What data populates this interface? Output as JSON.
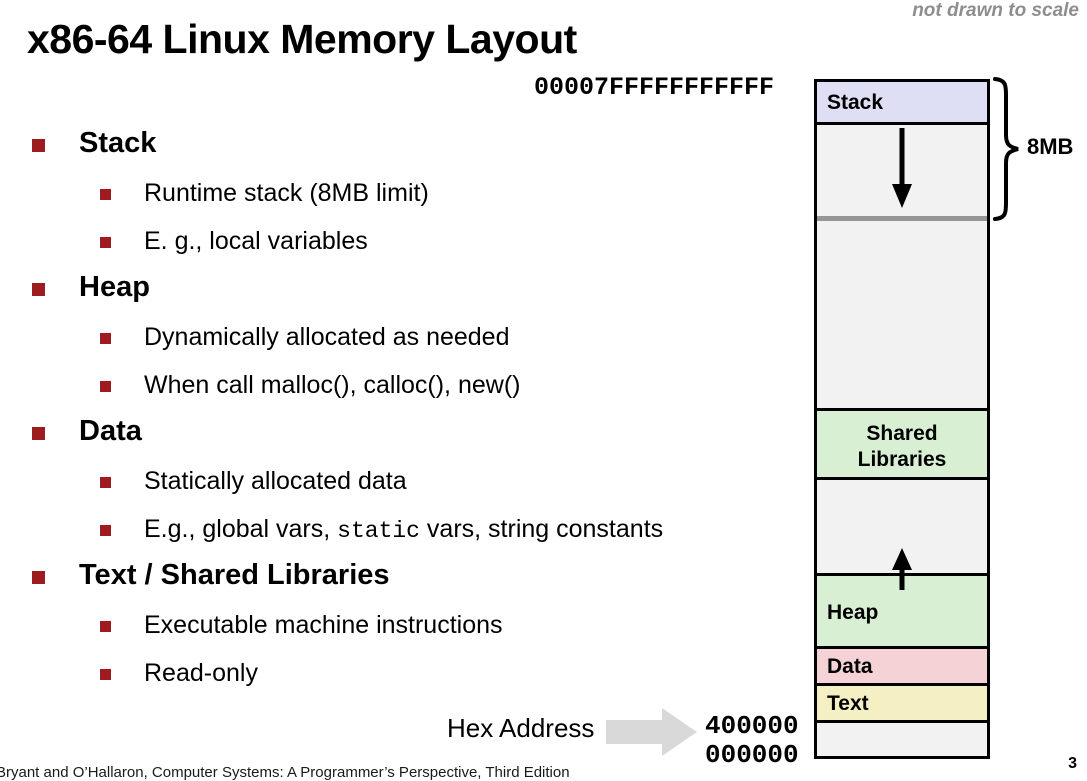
{
  "slide": {
    "title": "x86-64 Linux Memory Layout",
    "note": "not drawn to scale",
    "footer": "Bryant and O’Hallaron, Computer Systems: A Programmer’s Perspective, Third Edition",
    "page_number": "3"
  },
  "bullets": [
    {
      "label": "Stack",
      "children": [
        {
          "text": "Runtime stack (8MB limit)"
        },
        {
          "text": "E. g., local variables"
        }
      ]
    },
    {
      "label": "Heap",
      "children": [
        {
          "text": "Dynamically allocated as needed"
        },
        {
          "text": "When call  malloc(), calloc(), new()"
        }
      ]
    },
    {
      "label": "Data",
      "children": [
        {
          "text": "Statically allocated data"
        },
        {
          "text_pre": "E.g., global vars, ",
          "text_mono": "static",
          "text_post": " vars, string constants"
        }
      ]
    },
    {
      "label": "Text  / Shared Libraries",
      "children": [
        {
          "text": "Executable machine instructions"
        },
        {
          "text": "Read-only"
        }
      ]
    }
  ],
  "diagram": {
    "top_address": "00007FFFFFFFFFFF",
    "bottom_address_1": "400000",
    "bottom_address_2": "000000",
    "hex_address_caption": "Hex Address",
    "brace_label": "8MB",
    "segments": [
      {
        "name": "stack",
        "label": "Stack",
        "color": "#dedef5"
      },
      {
        "name": "gap-stack-growth",
        "label": "",
        "color": "#f2f2f2"
      },
      {
        "name": "gap-unused-upper",
        "label": "",
        "color": "#f2f2f2"
      },
      {
        "name": "shared-libraries",
        "label_line1": "Shared",
        "label_line2": "Libraries",
        "color": "#d9efd3"
      },
      {
        "name": "gap-heap-growth",
        "label": "",
        "color": "#f2f2f2"
      },
      {
        "name": "heap",
        "label": "Heap",
        "color": "#d9efd3"
      },
      {
        "name": "data",
        "label": "Data",
        "color": "#f5d2d5"
      },
      {
        "name": "text",
        "label": "Text",
        "color": "#f4f0c4"
      },
      {
        "name": "gap-lower",
        "label": "",
        "color": "#f2f2f2"
      }
    ],
    "arrows": [
      {
        "name": "stack-grows-down",
        "direction": "down"
      },
      {
        "name": "heap-grows-up",
        "direction": "up"
      }
    ]
  },
  "colors": {
    "bullet_red": "#9e1b20",
    "stack_fill": "#dedef5",
    "green_fill": "#d9efd3",
    "data_fill": "#f5d2d5",
    "text_fill": "#f4f0c4",
    "gap_fill": "#f2f2f2",
    "note_gray": "#8e8e8e",
    "divider_gray": "#969696",
    "block_arrow_gray": "#d9d9d9"
  }
}
